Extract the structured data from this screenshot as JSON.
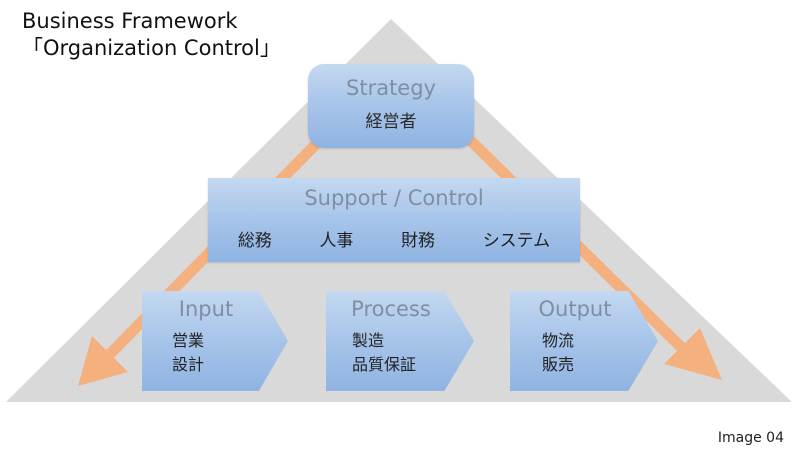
{
  "title": {
    "line1": "Business Framework",
    "line2": "「Organization Control」"
  },
  "strategy": {
    "label": "Strategy",
    "sub": "経営者"
  },
  "support": {
    "label": "Support / Control",
    "items": [
      "総務",
      "人事",
      "財務",
      "システム"
    ]
  },
  "process_flow": [
    {
      "label": "Input",
      "lines": [
        "営業",
        "設計"
      ]
    },
    {
      "label": "Process",
      "lines": [
        "製造",
        "品質保証"
      ]
    },
    {
      "label": "Output",
      "lines": [
        "物流",
        "販売"
      ]
    }
  ],
  "footer": "Image 04",
  "colors": {
    "pyramid": "#d9d9d9",
    "arrow": "#f5b07f",
    "box_top": "#c4d8f0",
    "box_bottom": "#8fb3e2",
    "heading_text": "#7f8fa3"
  }
}
